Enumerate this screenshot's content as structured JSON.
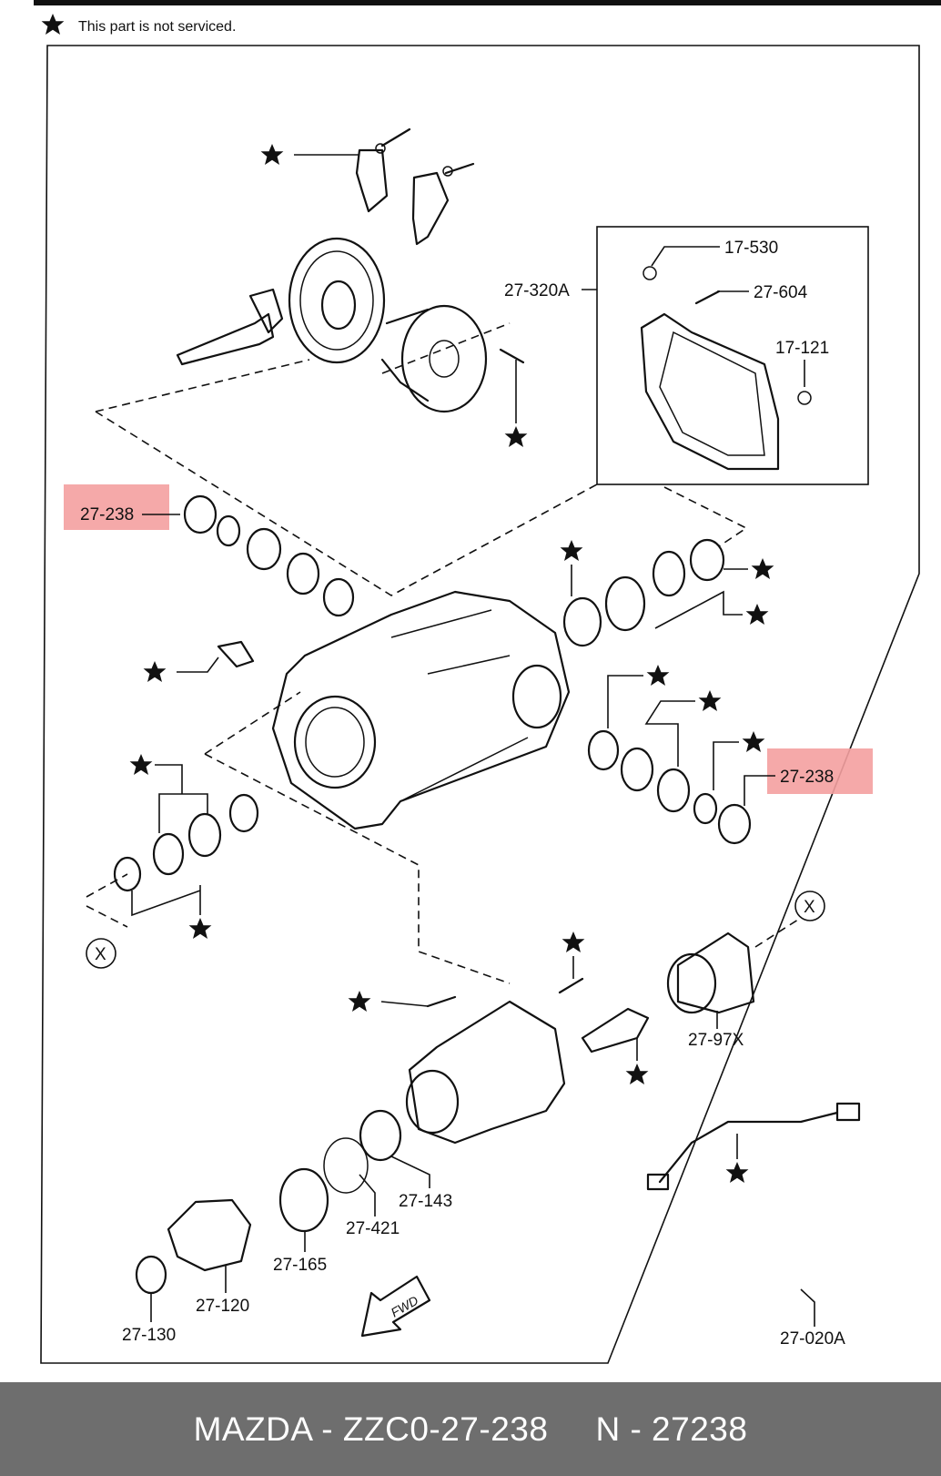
{
  "note": {
    "text": "This part is not serviced."
  },
  "labels": {
    "l_17530": "17-530",
    "l_27320A": "27-320A",
    "l_27604": "27-604",
    "l_17121": "17-121",
    "l_27238_left": "27-238",
    "l_27238_right": "27-238",
    "l_2797X": "27-97X",
    "l_27143": "27-143",
    "l_27421": "27-421",
    "l_27165": "27-165",
    "l_27120": "27-120",
    "l_27130": "27-130",
    "l_27020A": "27-020A",
    "fwd": "FWD",
    "x_mark": "X"
  },
  "highlight_color": "#f4a0a0",
  "footer": {
    "part_number": "MAZDA - ZZC0-27-238",
    "ref": "N - 27238"
  }
}
